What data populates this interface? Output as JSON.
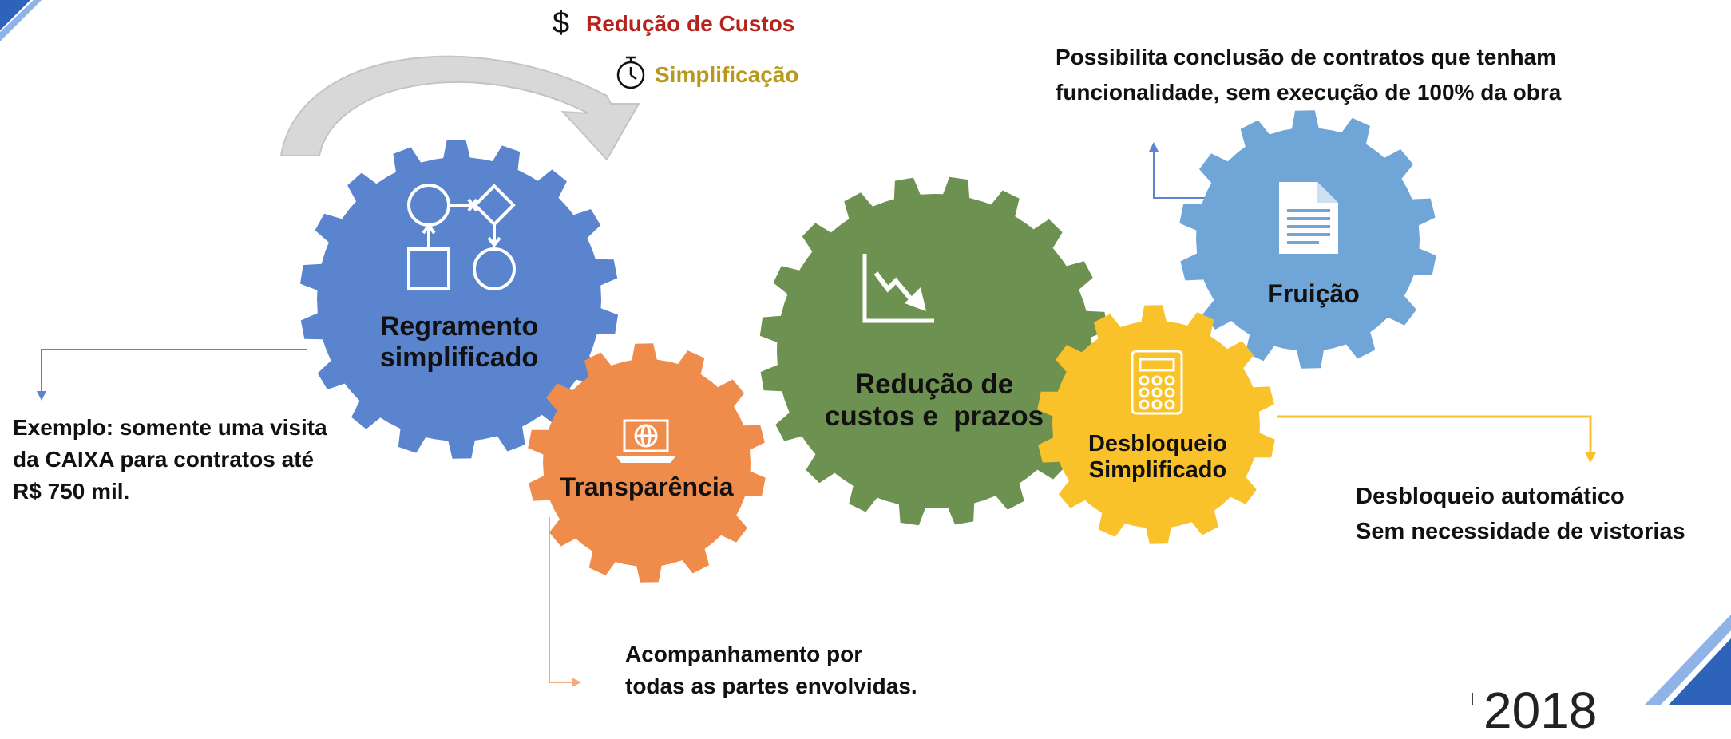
{
  "colors": {
    "blue_gear": "#5b84cf",
    "orange_gear": "#ef8c4b",
    "green_gear": "#6d9150",
    "yellow_gear": "#f9c12a",
    "lightblue_gear": "#70a5d8",
    "red_text": "#b5231c",
    "olive_text": "#b79a1c",
    "corner_blue": "#2d63b8"
  },
  "top_badges": {
    "custos": {
      "icon": "dollar-icon",
      "symbol": "$",
      "label": "Redução de Custos"
    },
    "simplificacao": {
      "icon": "stopwatch-icon",
      "label": "Simplificação"
    }
  },
  "gears": {
    "regramento": {
      "icon": "process-flow-icon",
      "label": [
        "Regramento",
        "simplificado"
      ]
    },
    "transparencia": {
      "icon": "laptop-globe-icon",
      "label": [
        "Transparência"
      ]
    },
    "reducao": {
      "icon": "declining-chart-icon",
      "label": [
        "Redução de",
        "custos e  prazos"
      ]
    },
    "desbloqueio": {
      "icon": "calculator-icon",
      "label": [
        "Desbloqueio",
        "Simplificado"
      ]
    },
    "fruicao": {
      "icon": "document-icon",
      "label": [
        "Fruição"
      ]
    }
  },
  "annotations": {
    "regramento": [
      "Exemplo: somente uma visita",
      "da CAIXA para contratos até",
      "R$ 750 mil."
    ],
    "transparencia": [
      "Acompanhamento por",
      "todas as partes envolvidas."
    ],
    "desbloqueio": [
      "Desbloqueio automático",
      "Sem necessidade de vistorias"
    ],
    "fruicao": [
      "Possibilita conclusão de contratos que tenham",
      "funcionalidade, sem execução de 100% da obra"
    ]
  },
  "footer": {
    "year_fragment": "2018"
  }
}
